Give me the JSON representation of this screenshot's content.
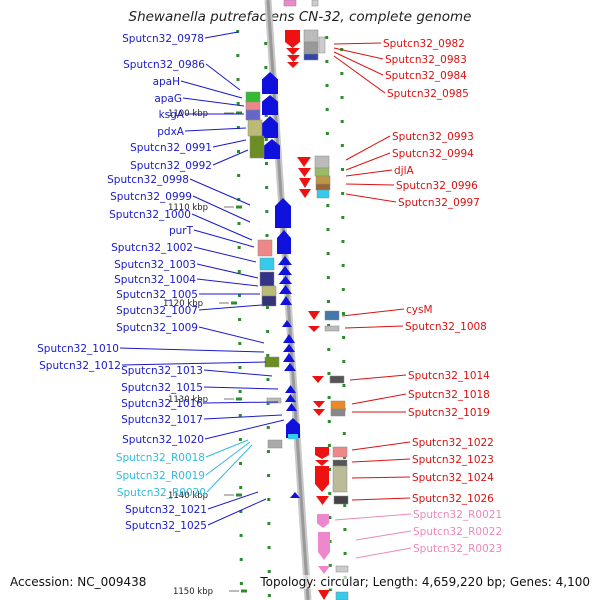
{
  "title": "Shewanella putrefaciens CN-32, complete genome",
  "footer": {
    "accession": "Accession: NC_009438",
    "topology": "Topology: circular; Length: 4,659,220 bp; Genes: 4,100"
  },
  "colors": {
    "forward_label": "#1a1acc",
    "reverse_label": "#dd1111",
    "rna_forward_label": "#33bbdd",
    "rna_reverse_label": "#ee88bb",
    "backbone": "#999999",
    "tick": "#2e8b2e"
  },
  "ticks": [
    {
      "label": "1100 kbp"
    },
    {
      "label": "1110 kbp"
    },
    {
      "label": "1120 kbp"
    },
    {
      "label": "1130 kbp"
    },
    {
      "label": "1140 kbp"
    },
    {
      "label": "1150 kbp"
    }
  ],
  "left_labels": [
    {
      "text": "Sputcn32_0978",
      "kind": "fwd"
    },
    {
      "text": "Sputcn32_0986",
      "kind": "fwd"
    },
    {
      "text": "apaH",
      "kind": "fwd"
    },
    {
      "text": "apaG",
      "kind": "fwd"
    },
    {
      "text": "ksgA",
      "kind": "fwd"
    },
    {
      "text": "pdxA",
      "kind": "fwd"
    },
    {
      "text": "Sputcn32_0991",
      "kind": "fwd"
    },
    {
      "text": "Sputcn32_0992",
      "kind": "fwd"
    },
    {
      "text": "Sputcn32_0998",
      "kind": "fwd"
    },
    {
      "text": "Sputcn32_0999",
      "kind": "fwd"
    },
    {
      "text": "Sputcn32_1000",
      "kind": "fwd"
    },
    {
      "text": "purT",
      "kind": "fwd"
    },
    {
      "text": "Sputcn32_1002",
      "kind": "fwd"
    },
    {
      "text": "Sputcn32_1003",
      "kind": "fwd"
    },
    {
      "text": "Sputcn32_1004",
      "kind": "fwd"
    },
    {
      "text": "Sputcn32_1005",
      "kind": "fwd"
    },
    {
      "text": "Sputcn32_1007",
      "kind": "fwd"
    },
    {
      "text": "Sputcn32_1009",
      "kind": "fwd"
    },
    {
      "text": "Sputcn32_1010",
      "kind": "fwd"
    },
    {
      "text": "Sputcn32_1012",
      "kind": "fwd"
    },
    {
      "text": "Sputcn32_1013",
      "kind": "fwd"
    },
    {
      "text": "Sputcn32_1015",
      "kind": "fwd"
    },
    {
      "text": "Sputcn32_1016",
      "kind": "fwd"
    },
    {
      "text": "Sputcn32_1017",
      "kind": "fwd"
    },
    {
      "text": "Sputcn32_1020",
      "kind": "fwd"
    },
    {
      "text": "Sputcn32_R0018",
      "kind": "rna"
    },
    {
      "text": "Sputcn32_R0019",
      "kind": "rna"
    },
    {
      "text": "Sputcn32_R0020",
      "kind": "rna"
    },
    {
      "text": "Sputcn32_1021",
      "kind": "fwd"
    },
    {
      "text": "Sputcn32_1025",
      "kind": "fwd"
    }
  ],
  "right_labels": [
    {
      "text": "Sputcn32_0982",
      "kind": "rev"
    },
    {
      "text": "Sputcn32_0983",
      "kind": "rev"
    },
    {
      "text": "Sputcn32_0984",
      "kind": "rev"
    },
    {
      "text": "Sputcn32_0985",
      "kind": "rev"
    },
    {
      "text": "Sputcn32_0993",
      "kind": "rev"
    },
    {
      "text": "Sputcn32_0994",
      "kind": "rev"
    },
    {
      "text": "djlA",
      "kind": "rev"
    },
    {
      "text": "Sputcn32_0996",
      "kind": "rev"
    },
    {
      "text": "Sputcn32_0997",
      "kind": "rev"
    },
    {
      "text": "cysM",
      "kind": "rev"
    },
    {
      "text": "Sputcn32_1008",
      "kind": "rev"
    },
    {
      "text": "Sputcn32_1014",
      "kind": "rev"
    },
    {
      "text": "Sputcn32_1018",
      "kind": "rev"
    },
    {
      "text": "Sputcn32_1019",
      "kind": "rev"
    },
    {
      "text": "Sputcn32_1022",
      "kind": "rev"
    },
    {
      "text": "Sputcn32_1023",
      "kind": "rev"
    },
    {
      "text": "Sputcn32_1024",
      "kind": "rev"
    },
    {
      "text": "Sputcn32_1026",
      "kind": "rev"
    },
    {
      "text": "Sputcn32_R0021",
      "kind": "rnarev"
    },
    {
      "text": "Sputcn32_R0022",
      "kind": "rnarev"
    },
    {
      "text": "Sputcn32_R0023",
      "kind": "rnarev"
    }
  ]
}
